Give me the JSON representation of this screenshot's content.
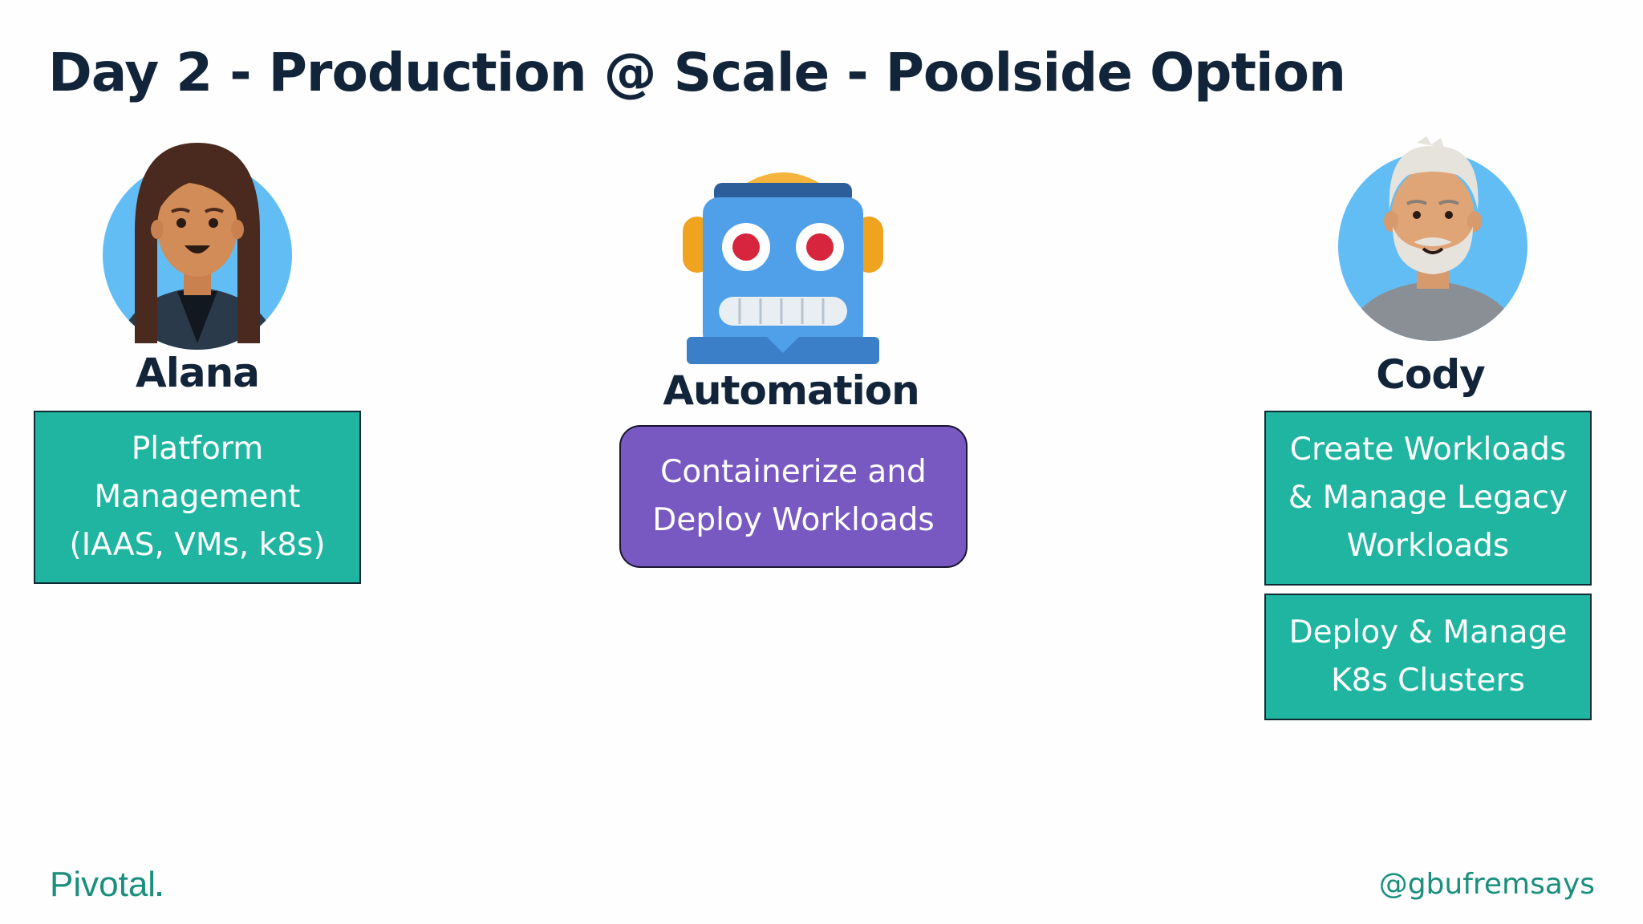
{
  "slide": {
    "title": "Day 2 - Production @ Scale - Poolside Option",
    "logo_text": "Pivotal",
    "handle": "@gbufremsays"
  },
  "personas": {
    "left": {
      "name": "Alana",
      "avatar_icon": "woman-avatar-icon",
      "tasks": [
        "Platform\nManagement\n(IAAS, VMs, k8s)"
      ]
    },
    "center": {
      "name": "Automation",
      "avatar_icon": "robot-icon",
      "tasks": [
        "Containerize and\nDeploy Workloads"
      ]
    },
    "right": {
      "name": "Cody",
      "avatar_icon": "man-avatar-icon",
      "tasks": [
        "Create Workloads\n& Manage Legacy\nWorkloads",
        "Deploy & Manage\nK8s Clusters"
      ]
    }
  },
  "colors": {
    "teal": "#1fb5a0",
    "purple": "#7859c2",
    "title": "#12243a",
    "brand": "#1a8f7c",
    "avatar_bg": "#62bdf5"
  }
}
